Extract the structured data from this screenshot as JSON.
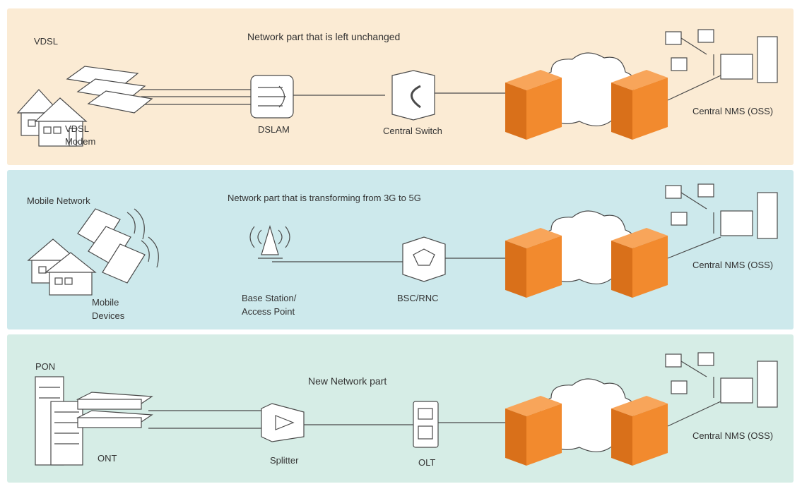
{
  "colors": {
    "band1": "#fbebd4",
    "band2": "#cde9ec",
    "band3": "#d6ede6",
    "router_front": "#f28a2e",
    "router_top": "#f8a55a",
    "router_side": "#d9701a",
    "outline": "#4a4a4a"
  },
  "bands": [
    {
      "title": "VDSL",
      "header": "Network part that is left unchanged",
      "left_label": [
        "VDSL",
        "Modem"
      ],
      "node1": [
        "DSLAM"
      ],
      "node2": [
        "Central Switch"
      ],
      "nms": "Central NMS (OSS)"
    },
    {
      "title": "Mobile Network",
      "header": "Network part that is transforming from 3G to 5G",
      "left_label": [
        "Mobile",
        "Devices"
      ],
      "node1": [
        "Base Station/",
        "Access Point"
      ],
      "node2": [
        "BSC/RNC"
      ],
      "nms": "Central NMS (OSS)"
    },
    {
      "title": "PON",
      "header": "New Network part",
      "left_label": [
        "ONT"
      ],
      "node1": [
        "Splitter"
      ],
      "node2": [
        "OLT"
      ],
      "nms": "Central NMS (OSS)"
    }
  ]
}
